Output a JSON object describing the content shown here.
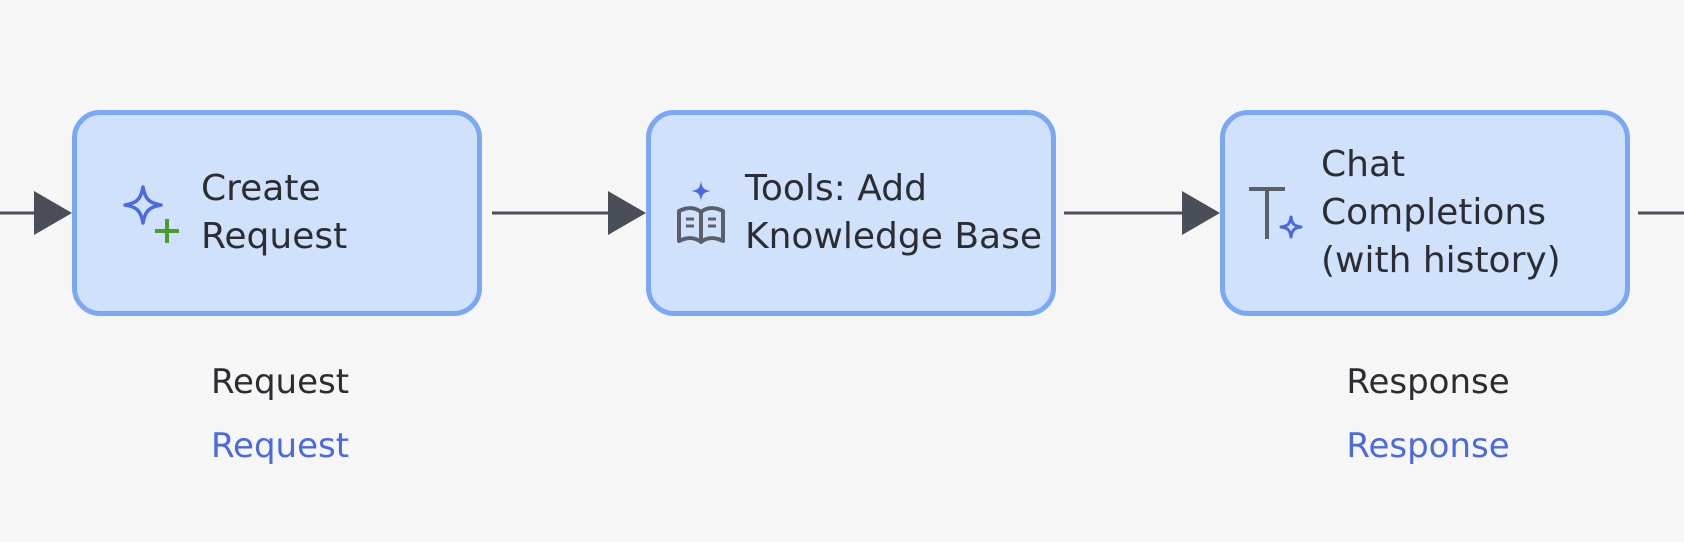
{
  "colors": {
    "background": "#f6f6f6",
    "node_fill": "#cfe1fb",
    "node_border": "#7aa8f7",
    "connector": "#4a4e58",
    "accent_blue": "#4a6ae0",
    "accent_green": "#4e9a2a",
    "text": "#2b2d33"
  },
  "nodes": [
    {
      "label": "Create Request",
      "icon": "sparkle-plus-icon"
    },
    {
      "label": "Tools: Add\nKnowledge Base",
      "icon": "book-sparkle-icon"
    },
    {
      "label": "Chat Completions\n(with history)",
      "icon": "text-sparkle-icon"
    }
  ],
  "captions": {
    "request": {
      "title": "Request",
      "link": "Request"
    },
    "response": {
      "title": "Response",
      "link": "Response"
    }
  }
}
